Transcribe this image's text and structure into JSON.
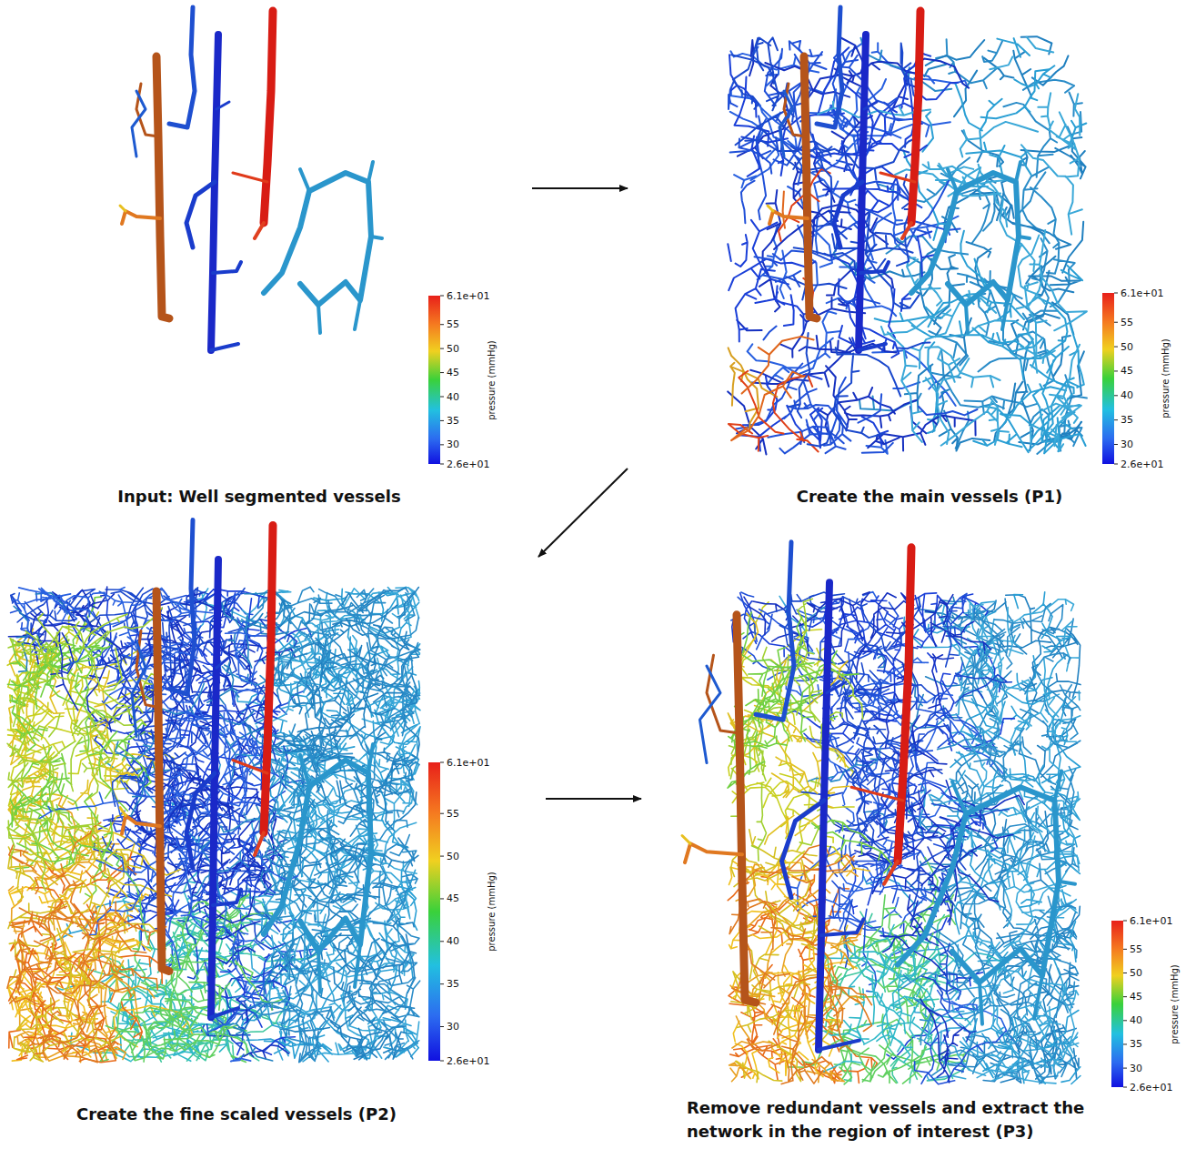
{
  "diagram": {
    "nodes": [
      {
        "text": [
          "Input: Well segmented vessels"
        ]
      },
      {
        "text": [
          "Create the main vessels (P1)"
        ]
      },
      {
        "text": [
          "Create the fine scaled vessels (P2)"
        ]
      },
      {
        "text": [
          "Remove redundant vessels and extract the network in the region of interest (P3)"
        ]
      }
    ],
    "edges": [
      {
        "from": 0,
        "to": 1,
        "arrow": "to"
      },
      {
        "from": 1,
        "to": 2,
        "arrow": "to"
      },
      {
        "from": 2,
        "to": 3,
        "arrow": "to"
      }
    ],
    "labels": [
      "6.1e+01",
      "55",
      "50",
      "45",
      "40",
      "35",
      "30",
      "2.6e+01",
      "pressure (mmHg)",
      "6.1e+01",
      "55",
      "50",
      "45",
      "40",
      "35",
      "30",
      "2.6e+01",
      "pressure (mmHg)",
      "6.1e+01",
      "55",
      "50",
      "45",
      "40",
      "35",
      "30",
      "2.6e+01",
      "pressure (mmHg)",
      "6.1e+01",
      "55",
      "50",
      "45",
      "40",
      "35",
      "30",
      "2.6e+01",
      "pressure (mmHg)"
    ]
  }
}
